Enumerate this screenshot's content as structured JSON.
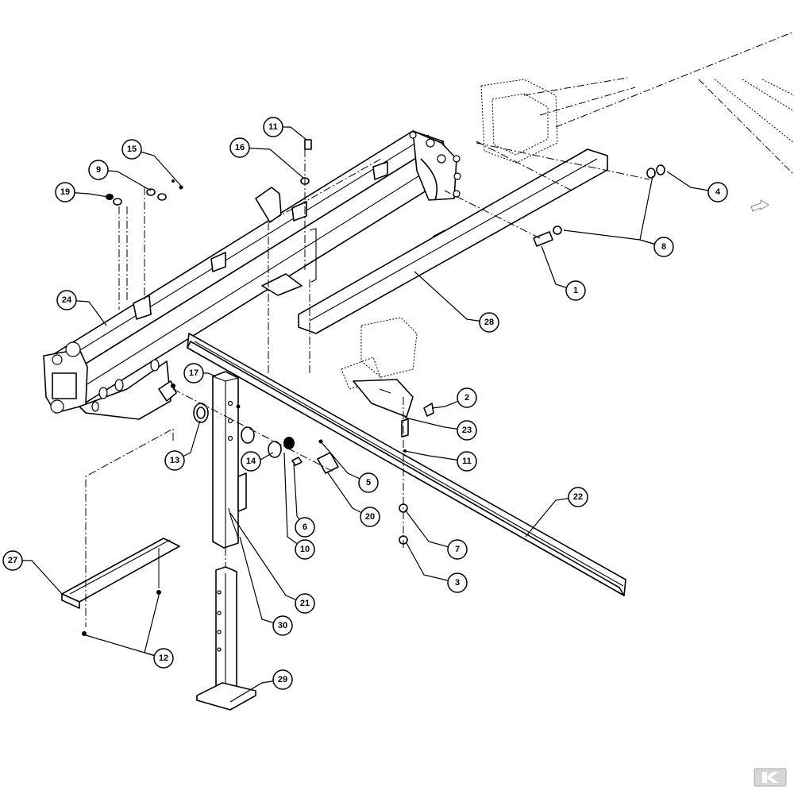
{
  "diagram": {
    "callouts": [
      {
        "id": "1",
        "label": "1"
      },
      {
        "id": "2",
        "label": "2"
      },
      {
        "id": "3",
        "label": "3"
      },
      {
        "id": "4",
        "label": "4"
      },
      {
        "id": "5",
        "label": "5"
      },
      {
        "id": "6",
        "label": "6"
      },
      {
        "id": "7",
        "label": "7"
      },
      {
        "id": "8",
        "label": "8"
      },
      {
        "id": "9",
        "label": "9"
      },
      {
        "id": "10",
        "label": "10"
      },
      {
        "id": "11a",
        "label": "11"
      },
      {
        "id": "11b",
        "label": "11"
      },
      {
        "id": "12",
        "label": "12"
      },
      {
        "id": "13",
        "label": "13"
      },
      {
        "id": "14",
        "label": "14"
      },
      {
        "id": "15",
        "label": "15"
      },
      {
        "id": "16",
        "label": "16"
      },
      {
        "id": "17",
        "label": "17"
      },
      {
        "id": "19",
        "label": "19"
      },
      {
        "id": "20",
        "label": "20"
      },
      {
        "id": "21",
        "label": "21"
      },
      {
        "id": "22",
        "label": "22"
      },
      {
        "id": "23",
        "label": "23"
      },
      {
        "id": "24",
        "label": "24"
      },
      {
        "id": "27",
        "label": "27"
      },
      {
        "id": "28",
        "label": "28"
      },
      {
        "id": "29",
        "label": "29"
      },
      {
        "id": "30",
        "label": "30"
      }
    ]
  },
  "icons": {
    "corner_arrow": "arrow-icon",
    "watermark": "brand-logo-icon"
  },
  "colors": {
    "line": "#000000",
    "background": "#ffffff",
    "watermark": "#d6d6d6"
  }
}
